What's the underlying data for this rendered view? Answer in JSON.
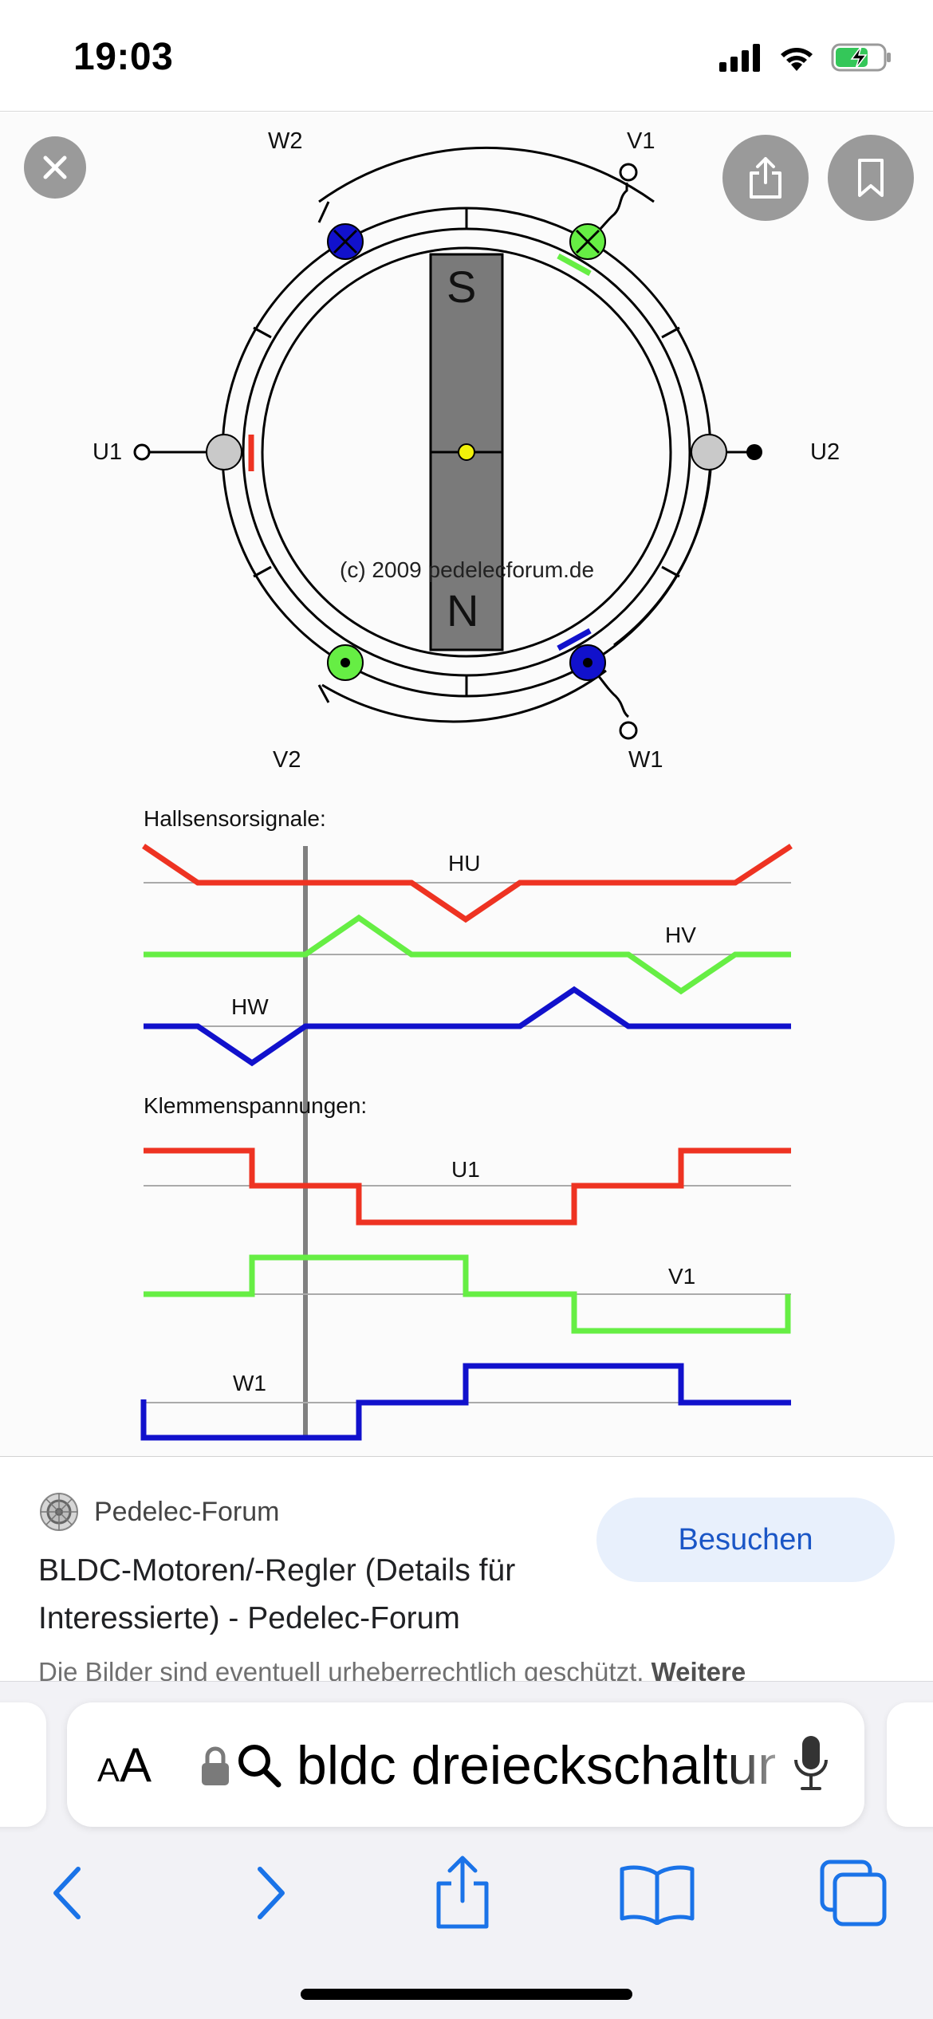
{
  "status": {
    "time": "19:03"
  },
  "figure": {
    "coil_labels": {
      "w2": "W2",
      "v1": "V1",
      "u1": "U1",
      "u2": "U2",
      "v2": "V2",
      "w1": "W1"
    },
    "magnet": {
      "south": "S",
      "north": "N"
    },
    "watermark": "(c) 2009 pedelecforum.de",
    "hall_heading": "Hallsensorsignale:",
    "hall_signals": {
      "hu": "HU",
      "hv": "HV",
      "hw": "HW"
    },
    "terminal_heading": "Klemmenspannungen:",
    "terminal_signals": {
      "u1": "U1",
      "v1": "V1",
      "w1": "W1"
    },
    "colors": {
      "u": "#ee3322",
      "v": "#66ee44",
      "w": "#1111cc",
      "magnet": "#7a7a7a"
    }
  },
  "buttons": {
    "close": "close-icon",
    "share": "share-icon",
    "bookmark": "bookmark-icon"
  },
  "result": {
    "source": "Pedelec-Forum",
    "title": "BLDC-Motoren/-Regler (Details für Interessierte) - Pedelec-Forum",
    "visit_label": "Besuchen",
    "copyright_text": "Die Bilder sind eventuell urheberrechtlich geschützt.",
    "copyright_more": "Weitere"
  },
  "toolbar": {
    "aa_big": "A",
    "aa_small": "A",
    "address": "bldc dreieckschaltung",
    "nav": [
      "back-icon",
      "forward-icon",
      "share-icon",
      "bookmarks-icon",
      "tabs-icon"
    ]
  }
}
